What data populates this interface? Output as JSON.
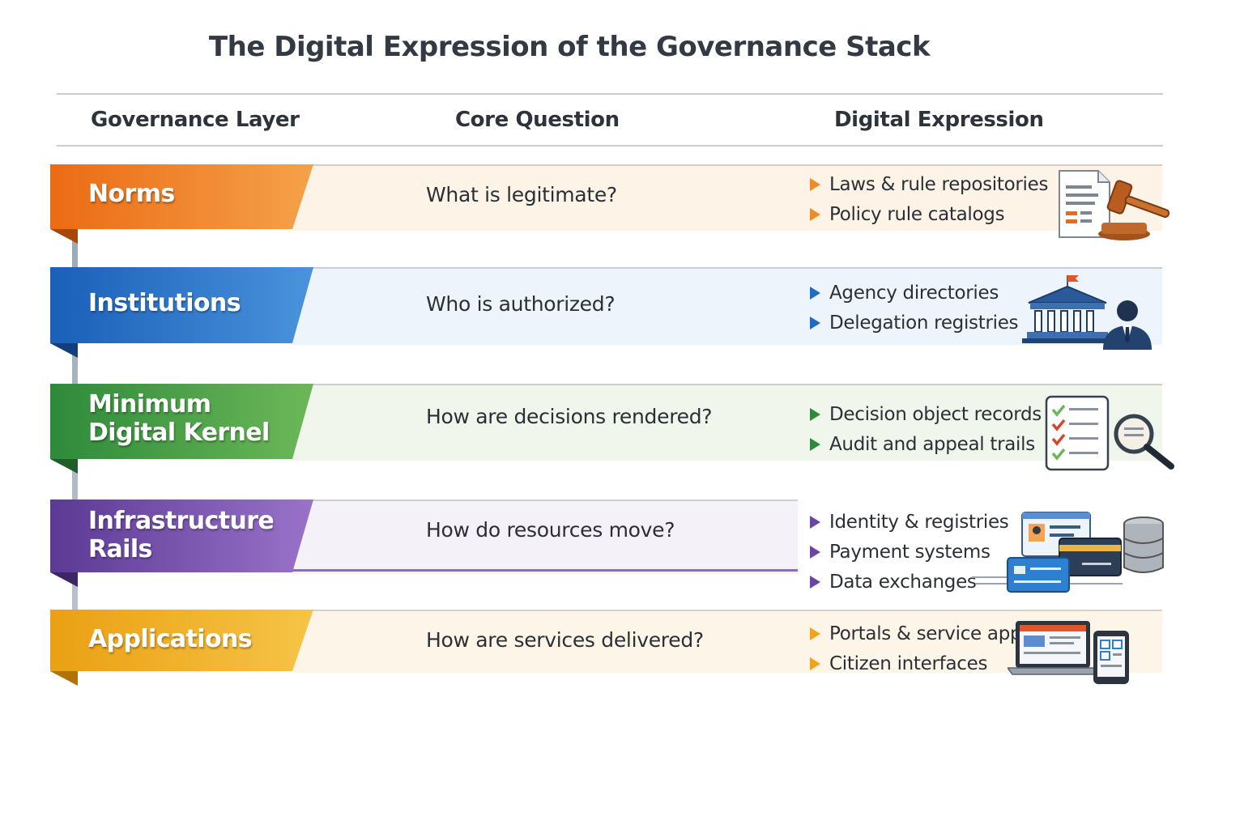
{
  "title": "The Digital Expression of the Governance Stack",
  "columns": {
    "layer": "Governance Layer",
    "question": "Core Question",
    "expression": "Digital Expression"
  },
  "rows": [
    {
      "layer": "Norms",
      "question": "What is legitimate?",
      "expressions": [
        "Laws & rule repositories",
        "Policy rule catalogs"
      ],
      "color": "#ec6a14",
      "icon": "document-gavel-icon"
    },
    {
      "layer": "Institutions",
      "question": "Who is authorized?",
      "expressions": [
        "Agency directories",
        "Delegation registries"
      ],
      "color": "#1a5fb8",
      "icon": "government-building-official-icon"
    },
    {
      "layer": "Minimum\nDigital Kernel",
      "question": "How are decisions rendered?",
      "expressions": [
        "Decision object records",
        "Audit and appeal trails"
      ],
      "color": "#2e8a3a",
      "icon": "checklist-magnifier-icon"
    },
    {
      "layer": "Infrastructure\nRails",
      "question": "How do resources move?",
      "expressions": [
        "Identity & registries",
        "Payment systems",
        "Data exchanges"
      ],
      "color": "#5b3a94",
      "icon": "id-cards-database-icon"
    },
    {
      "layer": "Applications",
      "question": "How are services delivered?",
      "expressions": [
        "Portals & service apps",
        "Citizen interfaces"
      ],
      "color": "#eaa012",
      "icon": "laptop-tablet-icon"
    }
  ]
}
